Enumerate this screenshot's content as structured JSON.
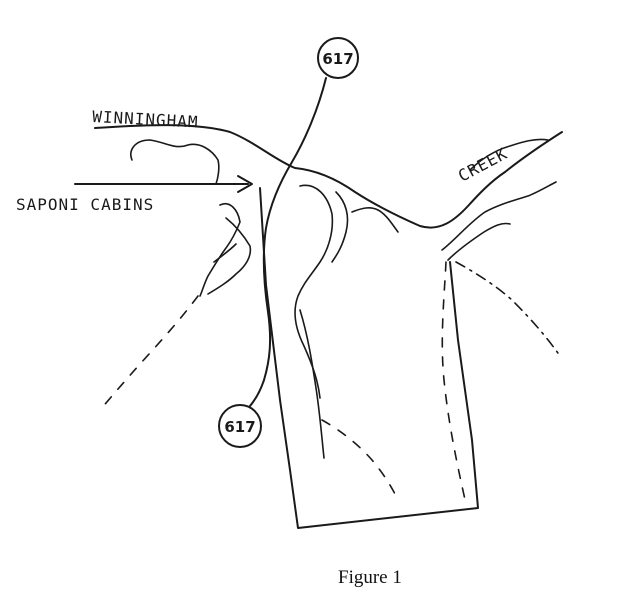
{
  "labels": {
    "creek_name_left": "WINNINGHAM",
    "creek_name_right": "CREEK",
    "site_label": "SAPONI CABINS"
  },
  "routes": {
    "route_top": "617",
    "route_bottom": "617"
  },
  "caption": "Figure 1",
  "colors": {
    "ink": "#1a1a1a",
    "paper": "#ffffff"
  }
}
